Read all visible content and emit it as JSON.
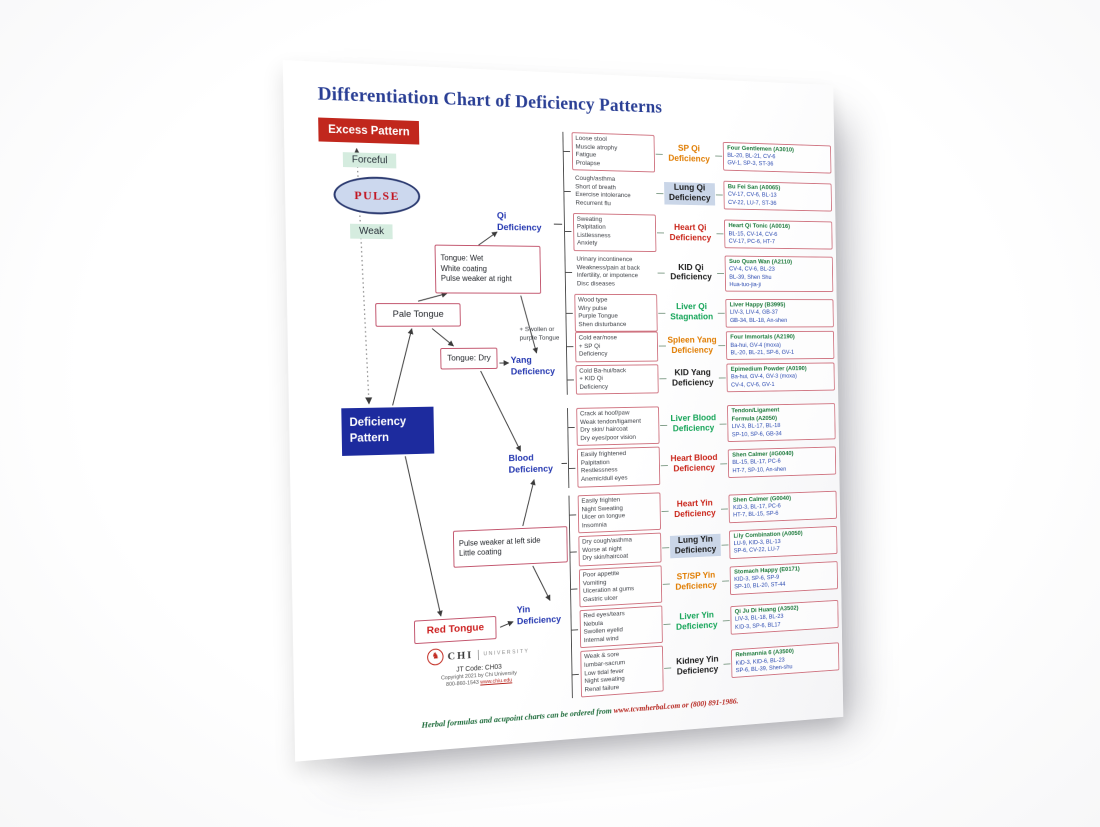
{
  "title": "Differentiation Chart of Deficiency Patterns",
  "left_column": {
    "excess": "Excess Pattern",
    "forceful": "Forceful",
    "pulse": "PULSE",
    "weak": "Weak",
    "deficiency": "Deficiency\nPattern"
  },
  "nodes": {
    "pale_tongue": "Pale Tongue",
    "tongue_wet": "Tongue: Wet\nWhite coating\nPulse weaker at right",
    "tongue_dry": "Tongue: Dry",
    "swollen_note": "+ Swollen or\npurple Tongue",
    "pulse_weaker_left": "Pulse weaker at left side\nLittle coating",
    "red_tongue": "Red Tongue"
  },
  "branches": {
    "qi": "Qi\nDeficiency",
    "yang": "Yang\nDeficiency",
    "blood": "Blood\nDeficiency",
    "yin": "Yin\nDeficiency"
  },
  "colors": {
    "orange": "#e07c00",
    "red": "#c92318",
    "green": "#13a457",
    "black": "#1c1c1c",
    "branch_blue": "#2336b0",
    "formula_green": "#1d7a3c",
    "points_blue": "#2a49b0"
  },
  "groups": [
    {
      "name": "qi-deficiency",
      "rows": [
        {
          "symptoms": "Loose stool\nMuscle atrophy\nFatigue\nProlapse",
          "boxed": true,
          "def": "SP Qi\nDeficiency",
          "def_color": "#e07c00",
          "formula": "Four Gentlemen (A3010)",
          "points": "BL-20, BL-21, CV-6\nGV-1, SP-3, ST-36"
        },
        {
          "symptoms": "Cough/asthma\nShort of breath\nExercise intolerance\nRecurrent flu",
          "boxed": false,
          "def": "Lung Qi\nDeficiency",
          "def_color": "#1c1c1c",
          "def_bg": true,
          "formula": "Bu Fei San (A0065)",
          "points": "CV-17, CV-6, BL-13\nCV-22, LU-7, ST-36"
        },
        {
          "symptoms": "Sweating\nPalpitation\nListlessness\nAnxiety",
          "boxed": true,
          "def": "Heart Qi\nDeficiency",
          "def_color": "#c92318",
          "formula": "Heart Qi Tonic (A0016)",
          "points": "BL-15, CV-14, CV-6\nCV-17, PC-6, HT-7"
        },
        {
          "symptoms": "Urinary incontinence\nWeakness/pain at back\nInfertility, or impotence\nDisc diseases",
          "boxed": false,
          "def": "KID Qi\nDeficiency",
          "def_color": "#1c1c1c",
          "formula": "Suo Quan Wan (A2110)",
          "points": "CV-4, CV-6, BL-23\nBL-39, Shen Shu\nHua-tuo-jia-ji"
        },
        {
          "symptoms": "Wood type\nWiry pulse\nPurple Tongue\nShen disturbance",
          "boxed": true,
          "def": "Liver Qi\nStagnation",
          "def_color": "#13a457",
          "formula": "Liver Happy (B3995)",
          "points": "LIV-3, LIV-4, GB-37\nGB-34, BL-18, An-shen"
        }
      ]
    },
    {
      "name": "yang-deficiency",
      "rows": [
        {
          "symptoms": "Cold ear/nose\n+ SP Qi\nDeficiency",
          "boxed": true,
          "def": "Spleen Yang\nDeficiency",
          "def_color": "#e07c00",
          "formula": "Four Immortals (A2190)",
          "points": "Ba-hui, GV-4 (moxa)\nBL-20, BL-21, SP-6, GV-1"
        },
        {
          "symptoms": "Cold Ba-hui/back\n+ KID Qi\nDeficiency",
          "boxed": true,
          "def": "KID Yang\nDeficiency",
          "def_color": "#1c1c1c",
          "formula": "Epimedium Powder (A0190)",
          "points": "Ba-hui, GV-4, GV-3 (moxa)\nCV-4, CV-6, GV-1"
        }
      ]
    },
    {
      "name": "blood-deficiency",
      "rows": [
        {
          "symptoms": "Crack at hoof/paw\nWeak tendon/ligament\nDry skin/ haircoat\nDry eyes/poor vision",
          "boxed": true,
          "def": "Liver Blood\nDeficiency",
          "def_color": "#13a457",
          "formula": "Tendon/Ligament\nFormula (A2050)",
          "points": "LIV-3, BL-17, BL-18\nSP-10, SP-6, GB-34"
        },
        {
          "symptoms": "Easily frightened\nPalpitation\nRestlessness\nAnemic/dull eyes",
          "boxed": true,
          "def": "Heart Blood\nDeficiency",
          "def_color": "#c92318",
          "formula": "Shen Calmer (#G0040)",
          "points": "BL-15, BL-17, PC-6\nHT-7, SP-10, An-shen"
        }
      ]
    },
    {
      "name": "yin-deficiency",
      "rows": [
        {
          "symptoms": "Easily frighten\nNight Sweating\nUlcer on tongue\nInsomnia",
          "boxed": true,
          "def": "Heart Yin\nDeficiency",
          "def_color": "#c92318",
          "formula": "Shen Calmer (G0040)",
          "points": "KID-3, BL-17, PC-6\nHT-7, BL-15, SP-6"
        },
        {
          "symptoms": "Dry cough/asthma\nWorse at night\nDry skin/haircoat",
          "boxed": true,
          "def": "Lung Yin\nDeficiency",
          "def_color": "#1c1c1c",
          "def_bg": true,
          "formula": "Lily Combination (A0050)",
          "points": "LU-9, KID-3, BL-13\nSP-6, CV-22, LU-7"
        },
        {
          "symptoms": "Poor appetite\nVomiting\nUlceration at gums\nGastric ulcer",
          "boxed": true,
          "def": "ST/SP Yin\nDeficiency",
          "def_color": "#e07c00",
          "formula": "Stomach Happy (E0171)",
          "points": "KID-3, SP-6, SP-9\nSP-10, BL-20, ST-44"
        },
        {
          "symptoms": "Red eyes/tears\nNebula\nSwollen eyelid\nInternal wind",
          "boxed": true,
          "def": "Liver Yin\nDeficiency",
          "def_color": "#13a457",
          "formula": "Qi Ju Di Huang (A3502)",
          "points": "LIV-3, BL-18, BL-23\nKID-3, SP-6, BL17"
        },
        {
          "symptoms": "Weak & sore\nlumbar-sacrum\nLow tidal fever\nNight sweating\nRenal failure",
          "boxed": true,
          "def": "Kidney Yin\nDeficiency",
          "def_color": "#1c1c1c",
          "formula": "Rehmannia 6 (A3500)",
          "points": "KID-3, KID-6, BL-23\nSP-6, BL-39, Shen-shu"
        }
      ]
    }
  ],
  "footer": {
    "logo_icon": "knight-horse-icon",
    "logo_glyph": "♞",
    "logo_chi": "CHI",
    "logo_divider": "|",
    "logo_univ": "UNIVERSITY",
    "jt_code": "JT Code: CH03",
    "copyright": "Copyright 2021 by Chi University",
    "phone": "800-860-1543 ",
    "website": "www.chiu.edu",
    "note_green": "Herbal formulas and acupoint charts can be ordered from ",
    "note_red": "www.tcvmherbal.com or (800) 891-1986."
  }
}
